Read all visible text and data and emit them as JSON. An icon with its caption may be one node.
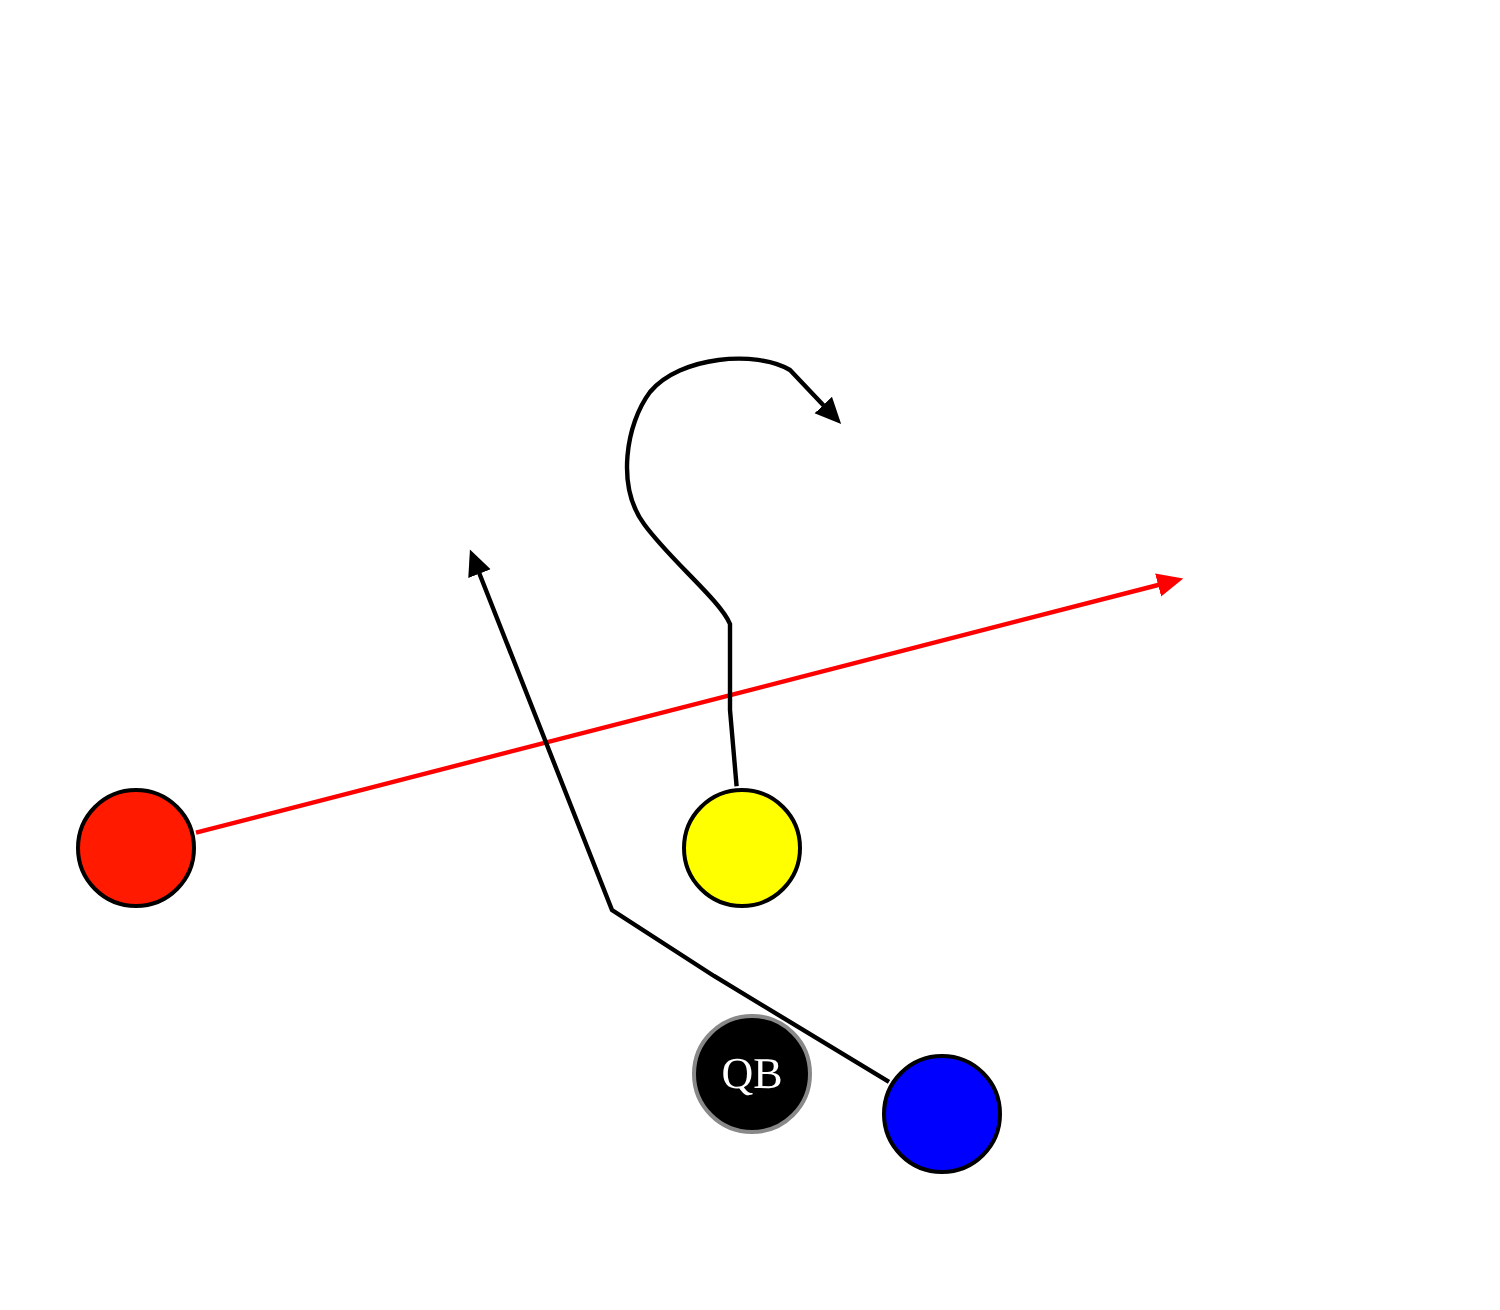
{
  "diagram": {
    "nodes": [
      {
        "text": [],
        "shape": "circle"
      },
      {
        "text": [],
        "shape": "circle"
      },
      {
        "text": [
          "QB"
        ]
      },
      {
        "text": [],
        "shape": "circle"
      }
    ],
    "edges": [
      {
        "from": 0,
        "to": null,
        "arrow": "to",
        "color": "#ff0000"
      },
      {
        "from": 1,
        "to": null,
        "arrow": "to"
      },
      {
        "from": 3,
        "to": null,
        "arrow": "to"
      }
    ]
  }
}
